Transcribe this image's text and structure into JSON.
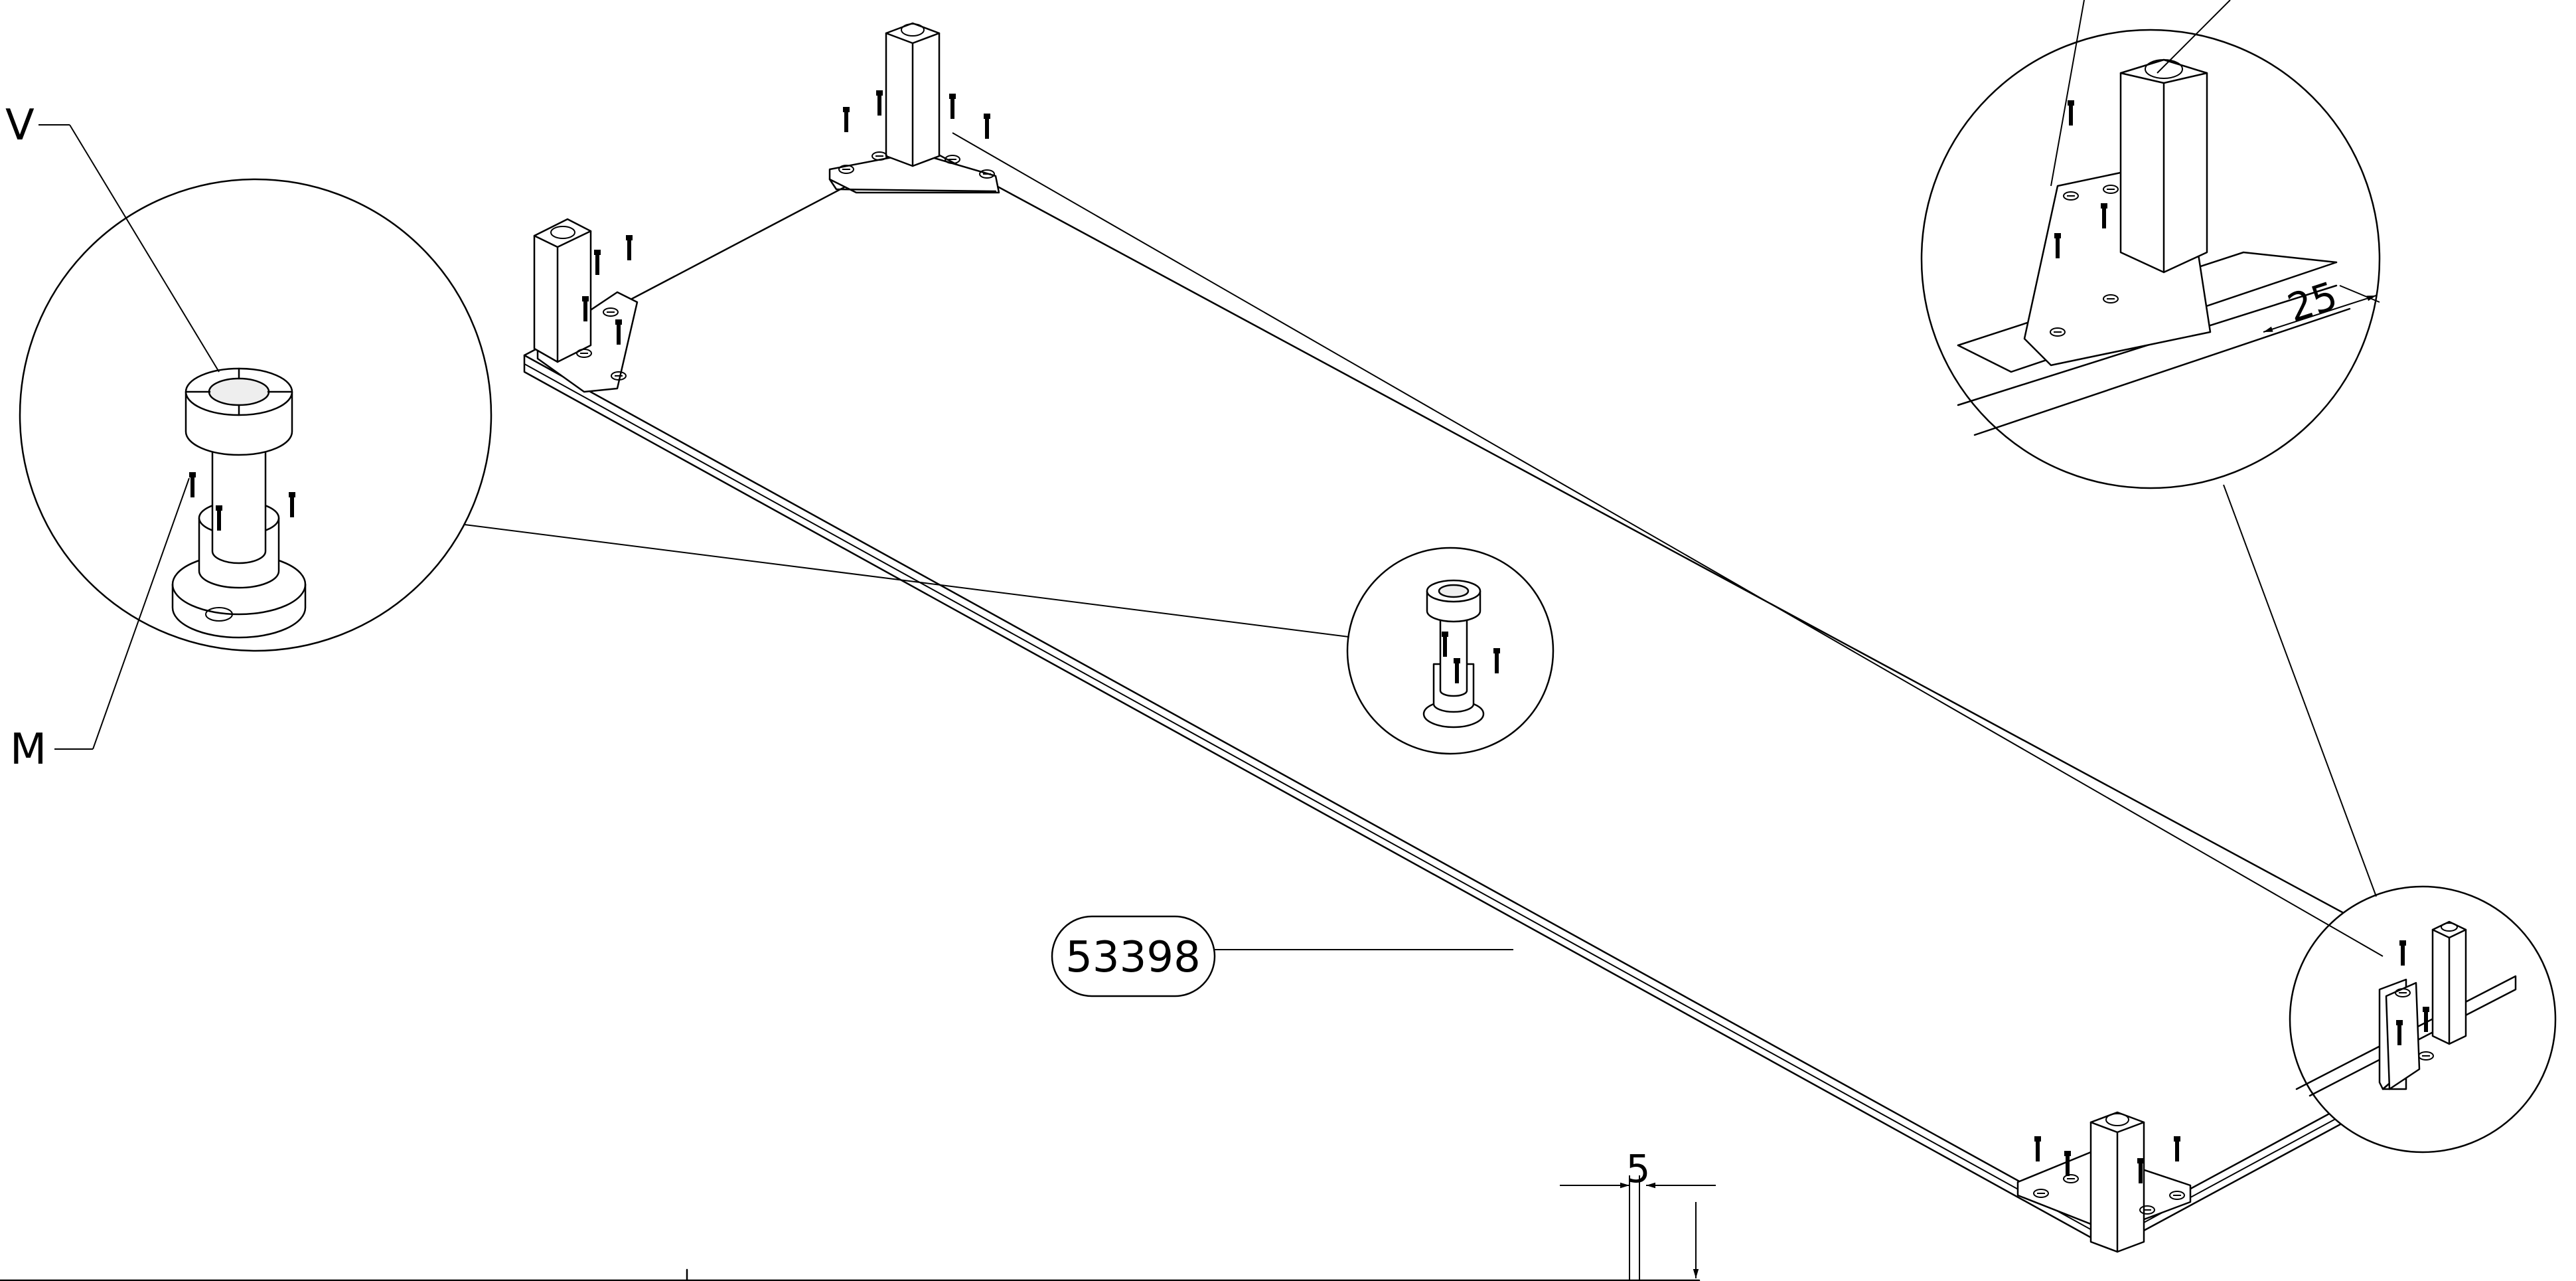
{
  "labels": {
    "v": "V",
    "m": "M",
    "part_number": "53398",
    "dim_25": "25",
    "dim_5": "5"
  }
}
